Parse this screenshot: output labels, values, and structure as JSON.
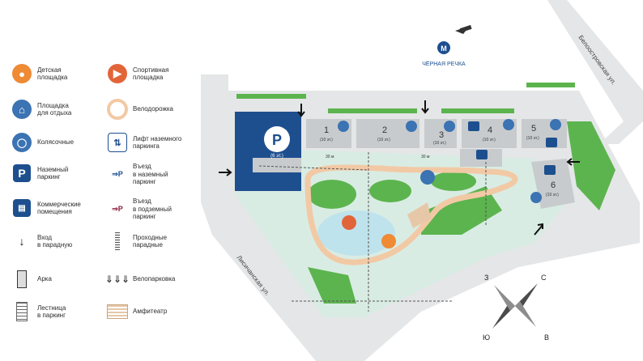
{
  "legend": {
    "items": [
      {
        "key": "kids",
        "label": "Детская\nплощадка",
        "icon": "playground-icon"
      },
      {
        "key": "rest",
        "label": "Площадка\nдля отдыха",
        "icon": "rest-area-icon"
      },
      {
        "key": "stroller",
        "label": "Колясочные",
        "icon": "stroller-icon"
      },
      {
        "key": "parking",
        "label": "Наземный\nпаркинг",
        "icon": "parking-icon",
        "glyph": "P"
      },
      {
        "key": "commercial",
        "label": "Коммерческие\nпомещения",
        "icon": "shop-icon"
      },
      {
        "key": "entrance",
        "label": "Вход\nв парадную",
        "icon": "arrow-down-icon",
        "glyph": "↓"
      },
      {
        "key": "arch",
        "label": "Арка",
        "icon": "arch-icon"
      },
      {
        "key": "stairs",
        "label": "Лестница\nв паркинг",
        "icon": "stairs-icon"
      },
      {
        "key": "sport",
        "label": "Спортивная\nплощадка",
        "icon": "sport-icon"
      },
      {
        "key": "bike",
        "label": "Велодорожка",
        "icon": "bike-path-icon"
      },
      {
        "key": "lift",
        "label": "Лифт наземного\nпаркинга",
        "icon": "elevator-icon"
      },
      {
        "key": "entry_ground",
        "label": "Въезд\nв наземный\nпаркинг",
        "icon": "entry-ground-parking-icon"
      },
      {
        "key": "entry_under",
        "label": "Въезд\nв подземный\nпаркинг",
        "icon": "entry-underground-parking-icon"
      },
      {
        "key": "passage",
        "label": "Проходные\nпарадные",
        "icon": "passage-icon"
      },
      {
        "key": "bikepark",
        "label": "Велопарковка",
        "icon": "bike-parking-icon"
      },
      {
        "key": "amph",
        "label": "Амфитеатр",
        "icon": "amphitheater-icon"
      }
    ]
  },
  "map": {
    "metro": "ЧЁРНАЯ РЕЧКА",
    "metro_logo": "М",
    "street_right": "Белоостровская ул.",
    "street_left": "Лисичанская ул.",
    "parking": {
      "glyph": "P",
      "floors": "(6 эт.)"
    },
    "buildings": [
      {
        "num": "1",
        "floors": "(10 эт.)"
      },
      {
        "num": "2",
        "floors": "(10 эт.)"
      },
      {
        "num": "3",
        "floors": "(10 эт.)"
      },
      {
        "num": "4",
        "floors": "(10 эт.)"
      },
      {
        "num": "5",
        "floors": "(10 эт.)"
      },
      {
        "num": "6",
        "floors": "(10 эт.)"
      }
    ],
    "dist1": "30 м",
    "dist2": "30 м"
  },
  "compass": {
    "n": "С",
    "s": "Ю",
    "w": "З",
    "e": "В"
  },
  "colors": {
    "grass": "#5cb44e",
    "lawn": "#d9ece3",
    "road": "#e4e6e7",
    "building": "#c8cbcd",
    "parking": "#1d4f8f",
    "bike_path": "#f2c9a5",
    "water": "#bfe3ec",
    "orange": "#ef8a35",
    "blue": "#3b73b3"
  }
}
